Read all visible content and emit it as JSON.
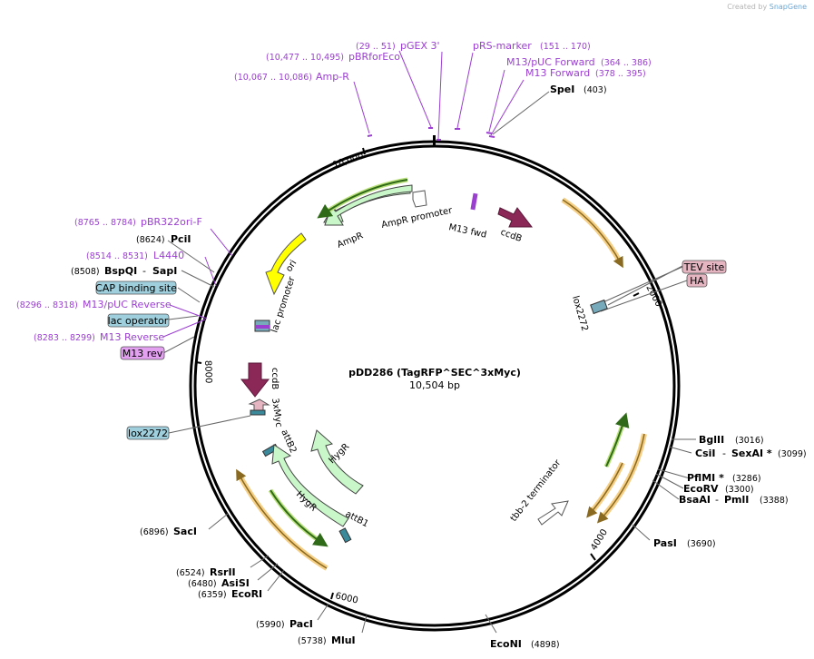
{
  "credit": {
    "prefix": "Created by",
    "brand": "SnapGene"
  },
  "title": "pDD286 (TagRFP^SEC^3xMyc)",
  "size_label": "10,504 bp",
  "ticks": {
    "t2000": "2000",
    "t4000": "4000",
    "t6000": "6000",
    "t8000": "8000",
    "t10000": "10,000"
  },
  "sites": {
    "gex": {
      "coord": "(29 .. 51)",
      "name": "pGEX 3'"
    },
    "prs": {
      "name": "pRS-marker",
      "coord": "(151 .. 170)"
    },
    "pbr_eco": {
      "coord": "(10,477 .. 10,495)",
      "name": "pBRforEco"
    },
    "m13puc_fwd": {
      "name": "M13/pUC Forward",
      "coord": "(364 .. 386)"
    },
    "m13_fwd": {
      "name": "M13 Forward",
      "coord": "(378 .. 395)"
    },
    "amp_r": {
      "coord": "(10,067 .. 10,086)",
      "name": "Amp-R"
    },
    "spei": {
      "name": "SpeI",
      "coord": "(403)"
    },
    "pbr322ori": {
      "coord": "(8765 .. 8784)",
      "name": "pBR322ori-F"
    },
    "pcii": {
      "coord": "(8624)",
      "name": "PciI"
    },
    "l4440": {
      "coord": "(8514 .. 8531)",
      "name": "L4440"
    },
    "bspqi": {
      "coord": "(8508)",
      "name": "BspQI",
      "name2": "SapI"
    },
    "cap": {
      "name": "CAP binding site"
    },
    "m13puc_rev": {
      "coord": "(8296 .. 8318)",
      "name": "M13/pUC Reverse"
    },
    "lac_op": {
      "name": "lac operator"
    },
    "m13_reverse": {
      "coord": "(8283 .. 8299)",
      "name": "M13 Reverse"
    },
    "m13_rev": {
      "name": "M13 rev"
    },
    "lox_left": {
      "name": "lox2272"
    },
    "tev": {
      "name": "TEV site"
    },
    "ha": {
      "name": "HA"
    },
    "bglii": {
      "name": "BglII",
      "coord": "(3016)"
    },
    "csii": {
      "name": "CsiI",
      "name2": "SexAI *",
      "coord": "(3099)"
    },
    "pflmi": {
      "name": "PflMI *",
      "coord": "(3286)"
    },
    "ecorv": {
      "name": "EcoRV",
      "coord": "(3300)"
    },
    "bsaai": {
      "name": "BsaAI",
      "name2": "PmlI",
      "coord": "(3388)"
    },
    "pasi": {
      "name": "PasI",
      "coord": "(3690)"
    },
    "econi": {
      "name": "EcoNI",
      "coord": "(4898)"
    },
    "mlui": {
      "coord": "(5738)",
      "name": "MluI"
    },
    "paci": {
      "coord": "(5990)",
      "name": "PacI"
    },
    "ecori": {
      "coord": "(6359)",
      "name": "EcoRI"
    },
    "asisi": {
      "coord": "(6480)",
      "name": "AsiSI"
    },
    "rsrii": {
      "coord": "(6524)",
      "name": "RsrII"
    },
    "saci": {
      "coord": "(6896)",
      "name": "SacI"
    }
  },
  "features": {
    "ampr_promoter": "AmpR promoter",
    "ampr": "AmpR",
    "ori": "ori",
    "lac_promoter": "lac promoter",
    "m13_fwd": "M13 fwd",
    "ccdb_top": "ccdB",
    "lox2272_right": "lox2272",
    "ccdb_left": "ccdB",
    "myc": "3xMyc",
    "attb2": "attB2",
    "hygr_outer": "HygR",
    "hygr_inner": "HygR",
    "attb1": "attB1",
    "tbb2": "tbb-2 terminator"
  },
  "colors": {
    "purple_text": "#9b3fd1",
    "ampr_fill": "#c9f7c9",
    "ori_fill": "#ffff00",
    "ccdb_fill": "#8b2858",
    "orange_arc": "#e8a84a",
    "green_arc": "#3a8a1f",
    "teal_box": "#9fcfdc",
    "pink_box": "#e5b5c2",
    "violet_box": "#e3a0f0"
  }
}
